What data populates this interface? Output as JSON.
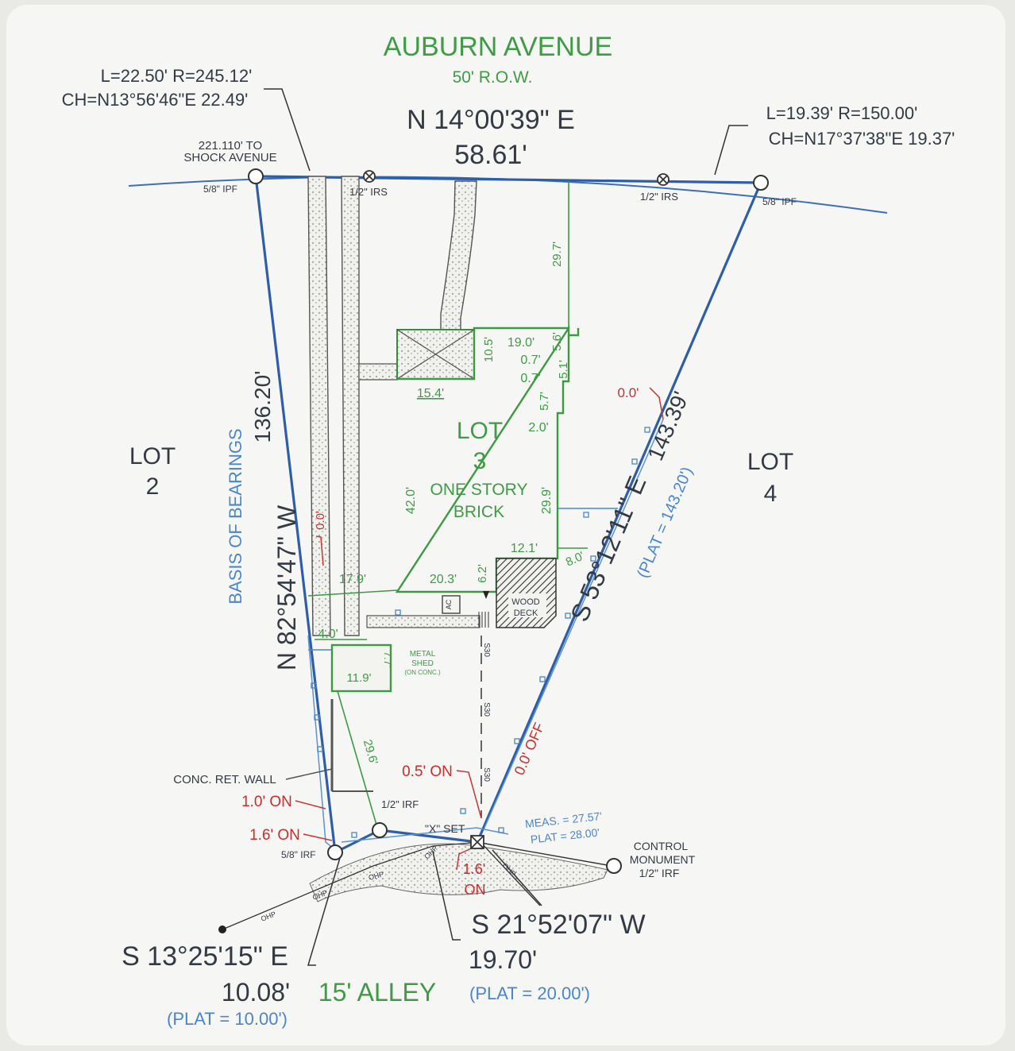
{
  "street": {
    "name": "AUBURN AVENUE",
    "row": "50' R.O.W."
  },
  "curve_left": {
    "line1": "L=22.50' R=245.12'",
    "line2": "CH=N13°56'46\"E 22.49'"
  },
  "curve_right": {
    "line1": "L=19.39' R=150.00'",
    "line2": "CH=N17°37'38\"E 19.37'"
  },
  "front_line": {
    "bearing": "N 14°00'39\" E",
    "distance": "58.61'"
  },
  "shock_ref": {
    "line1": "221.110' TO",
    "line2": "SHOCK AVENUE"
  },
  "pins": {
    "ipf_left": "5/8\" IPF",
    "irs_left": "1/2\" IRS",
    "irs_right": "1/2\" IRS",
    "ipf_right": "5/8\" IPF",
    "irf_bottom_left": "5/8\" IRF",
    "irf_bottom": "1/2\" IRF",
    "x_set": "\"X\" SET"
  },
  "lots": {
    "lot2_a": "LOT",
    "lot2_b": "2",
    "lot3_a": "LOT",
    "lot3_b": "3",
    "lot4_a": "LOT",
    "lot4_b": "4"
  },
  "house": {
    "desc1": "ONE STORY",
    "desc2": "BRICK",
    "d_42": "42.0'",
    "d_29_9": "29.9'",
    "d_15_4": "15.4'",
    "d_10_5": "10.5'",
    "d_19": "19.0'",
    "d_0_7a": "0.7'",
    "d_0_7b": "0.7'",
    "d_5_1": "5.1'",
    "d_5_6": "5.6'",
    "d_5_7": "5.7'",
    "d_2": "2.0'",
    "d_12_1": "12.1'",
    "d_20_3": "20.3'",
    "d_6_2": "6.2'",
    "d_17_9": "17.9'",
    "d_4": "4.0'",
    "d_29_7": "29.7'",
    "d_8": "8.0'",
    "d_29_6": "29.6'",
    "ac": "AC"
  },
  "deck": {
    "line1": "WOOD",
    "line2": "DECK"
  },
  "shed": {
    "line1": "METAL",
    "line2": "SHED",
    "line3": "(ON CONC.)",
    "w": "11.9'",
    "h": "7.7'"
  },
  "left_line": {
    "basis": "BASIS OF BEARINGS",
    "bearing": "N 82°54'47\" W",
    "distance": "136.20'"
  },
  "right_line": {
    "bearing": "S 53°12'11\" E",
    "distance": "143.39'",
    "plat": "(PLAT = 143.20')"
  },
  "offsets": {
    "left_0": "0.0'",
    "right_0": "0.0'",
    "on_1_0": "1.0' ON",
    "on_1_6": "1.6' ON",
    "on_0_5": "0.5' ON",
    "off_0": "0.0' OFF",
    "on_1_6b_a": "1.6'",
    "on_1_6b_b": "ON"
  },
  "wall": "CONC. RET. WALL",
  "meas": {
    "line1": "MEAS. = 27.57'",
    "line2": "PLAT = 28.00'"
  },
  "control": {
    "line1": "CONTROL",
    "line2": "MONUMENT",
    "line3": "1/2\" IRF"
  },
  "bottom_left": {
    "bearing": "S 13°25'15\" E",
    "distance": "10.08'",
    "plat": "(PLAT = 10.00')"
  },
  "bottom_right": {
    "bearing": "S 21°52'07\" W",
    "distance": "19.70'",
    "plat": "(PLAT = 20.00')"
  },
  "alley": "15' ALLEY",
  "utility": {
    "s30": "S30",
    "ohp": "OHP"
  }
}
